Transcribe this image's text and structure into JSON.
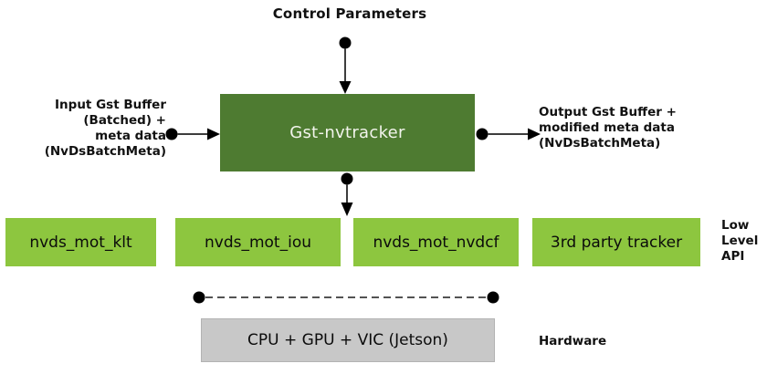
{
  "diagram": {
    "title": "Control Parameters",
    "main_box": {
      "label": "Gst-nvtracker"
    },
    "input_label": "Input Gst Buffer\n(Batched) +\nmeta data\n(NvDsBatchMeta)",
    "output_label": "Output Gst Buffer +\nmodified meta data\n(NvDsBatchMeta)",
    "low_level_boxes": [
      {
        "label": "nvds_mot_klt"
      },
      {
        "label": "nvds_mot_iou"
      },
      {
        "label": "nvds_mot_nvdcf"
      },
      {
        "label": "3rd party tracker"
      }
    ],
    "low_level_api_label": "Low\nLevel\nAPI",
    "hardware_box": {
      "label": "CPU + GPU + VIC (Jetson)"
    },
    "hardware_label": "Hardware",
    "colors": {
      "dark_green": "#4e7b31",
      "light_green": "#8dc63f",
      "gray": "#c8c8c8",
      "arrow": "#000000",
      "bg": "#ffffff"
    }
  }
}
